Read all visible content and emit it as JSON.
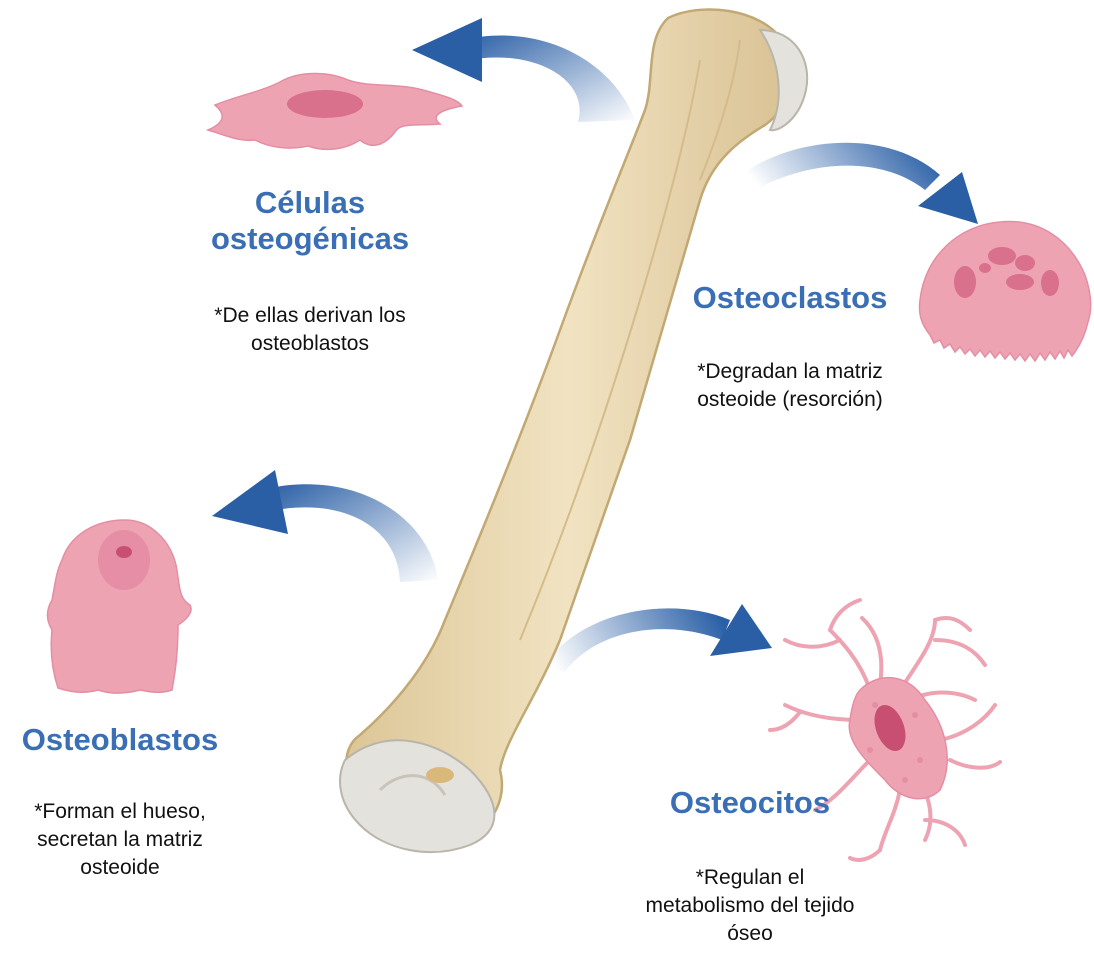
{
  "colors": {
    "title": "#3a6fb5",
    "text": "#111111",
    "arrow": "#2a5fa6",
    "cell_fill": "#eea3b3",
    "cell_nucleus": "#d9708c",
    "bone": "#ead9b2",
    "cartilage": "#e4e2dc"
  },
  "labels": {
    "osteogenic": {
      "title": [
        "Células",
        "osteogénicas"
      ],
      "desc": [
        "*De ellas derivan los",
        "osteoblastos"
      ]
    },
    "osteoclasts": {
      "title": [
        "Osteoclastos"
      ],
      "desc": [
        "*Degradan la matriz",
        "osteoide (resorción)"
      ]
    },
    "osteoblasts": {
      "title": [
        "Osteoblastos"
      ],
      "desc": [
        "*Forman el hueso,",
        "secretan la matriz",
        "osteoide"
      ]
    },
    "osteocytes": {
      "title": [
        "Osteocitos"
      ],
      "desc": [
        "*Regulan el",
        "metabolismo del tejido",
        "óseo"
      ]
    }
  }
}
